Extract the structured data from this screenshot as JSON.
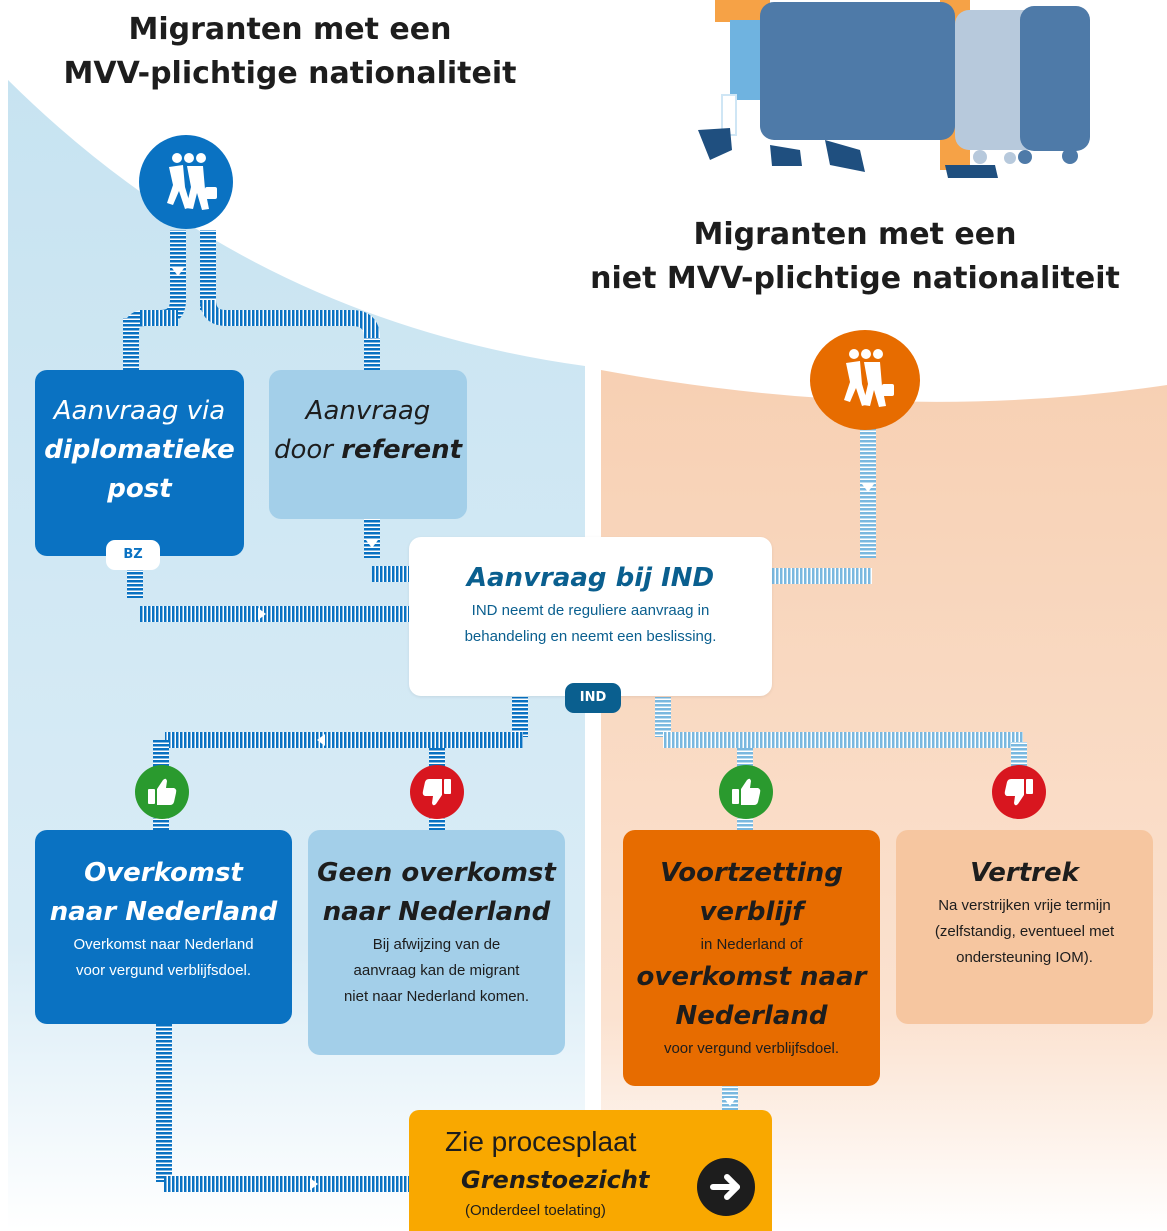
{
  "titles": {
    "mvv_line1": "Migranten met een",
    "mvv_line2": "MVV-plichtige nationaliteit",
    "non_mvv_line1": "Migranten met een",
    "non_mvv_line2": "niet MVV-plichtige nationaliteit"
  },
  "boxes": {
    "diplomatiek": {
      "line1": "Aanvraag via",
      "line2": "diplomatieke",
      "line3": "post",
      "tag": "BZ"
    },
    "referent": {
      "line1": "Aanvraag",
      "line2_prefix": "door ",
      "line2_bold": "referent"
    },
    "ind": {
      "title": "Aanvraag bij IND",
      "line1": "IND neemt de reguliere aanvraag in",
      "line2": "behandeling en neemt een beslissing.",
      "tag": "IND"
    },
    "overkomst": {
      "line1": "Overkomst",
      "line2": "naar Nederland",
      "sub1": "Overkomst naar Nederland",
      "sub2": "voor vergund verblijfsdoel."
    },
    "geen_overkomst": {
      "line1": "Geen overkomst",
      "line2": "naar Nederland",
      "sub1": "Bij afwijzing van de",
      "sub2": "aanvraag kan de migrant",
      "sub3": "niet naar Nederland komen."
    },
    "voortzetting": {
      "line1": "Voortzetting",
      "line2": "verblijf",
      "sub1": "in Nederland of",
      "line3": "overkomst naar",
      "line4": "Nederland",
      "sub2": "voor vergund verblijfsdoel."
    },
    "vertrek": {
      "line1": "Vertrek",
      "sub1": "Na verstrijken vrije termijn",
      "sub2": "(zelfstandig, eventueel met",
      "sub3": "ondersteuning IOM)."
    },
    "grenstoezicht": {
      "line1": "Zie procesplaat",
      "line2": "Grenstoezicht",
      "line3": "(Onderdeel toelating)"
    }
  },
  "icons": {
    "migrants_mvv": "people-walking-icon",
    "migrants_non_mvv": "people-walking-icon",
    "approve": "thumbs-up-icon",
    "reject": "thumbs-down-icon",
    "link": "arrow-right-icon"
  },
  "colors": {
    "dark_blue": "#0a72c2",
    "light_blue": "#a3cfe9",
    "bg_blue": "#c7e3f1",
    "orange": "#e76c00",
    "light_orange": "#f6c6a0",
    "bg_orange": "#f7d4bb",
    "yellow": "#f9a800",
    "green": "#2a9a2e",
    "red": "#d8161f",
    "ind_tag": "#0a5f8f"
  }
}
